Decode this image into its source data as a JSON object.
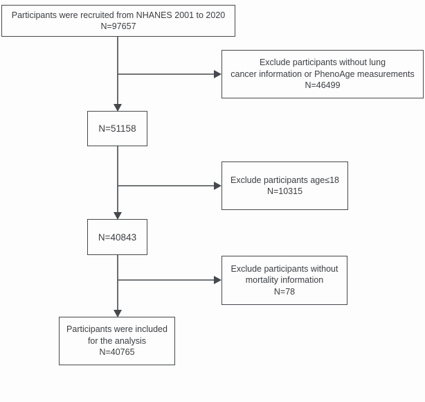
{
  "diagram": {
    "type": "flowchart",
    "colors": {
      "line": "#45484c",
      "text": "#3a3d41",
      "background": "#fdfdfd"
    },
    "nodes": {
      "recruited": {
        "lines": [
          "Participants were recruited from NHANES 2001 to 2020",
          "N=97657"
        ],
        "n": 97657
      },
      "exclude1": {
        "lines": [
          "Exclude participants without lung",
          "cancer information or PhenoAge measurements",
          "N=46499"
        ],
        "n": 46499
      },
      "n51158": {
        "lines": [
          "N=51158"
        ],
        "n": 51158
      },
      "exclude2": {
        "lines": [
          "Exclude participants age≤18",
          "N=10315"
        ],
        "n": 10315
      },
      "n40843": {
        "lines": [
          "N=40843"
        ],
        "n": 40843
      },
      "exclude3": {
        "lines": [
          "Exclude participants without",
          "mortality information",
          "N=78"
        ],
        "n": 78
      },
      "included": {
        "lines": [
          "Participants were included",
          "for the analysis",
          "N=40765"
        ],
        "n": 40765
      }
    }
  }
}
